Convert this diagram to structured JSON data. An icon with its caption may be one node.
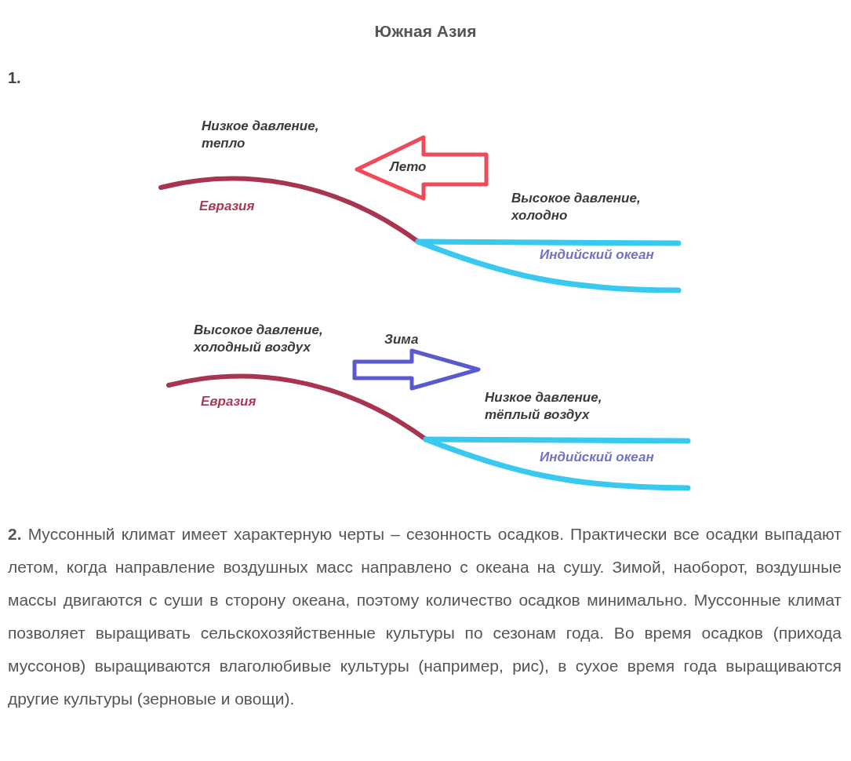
{
  "diagram": {
    "title": "Южная Азия",
    "labels": [
      "1.",
      "Низкое давление, тепло",
      "Лето",
      "Евразия",
      "Высокое давление, холодно",
      "Индийский океан",
      "Высокое давление, холодный воздух",
      "Зима",
      "Евразия",
      "Низкое давление, тёплый воздух",
      "Индийский океан",
      "**2.** Муссонный климат имеет характерную черты – сезонность осадков. Практически все осадки выпадают летом, когда направление воздушных масс направлено с океана на сушу. Зимой, наоборот, воздушные массы двигаются с суши в сторону океана, поэтому количество осадков минимально. Муссонные климат позволяет выращивать сельскохозяйственные культуры по сезонам года. Во время осадков (прихода муссонов) выращиваются влаголюбивые культуры (например, рис), в сухое время года выращиваются другие культуры (зерновые и овощи)."
    ]
  }
}
